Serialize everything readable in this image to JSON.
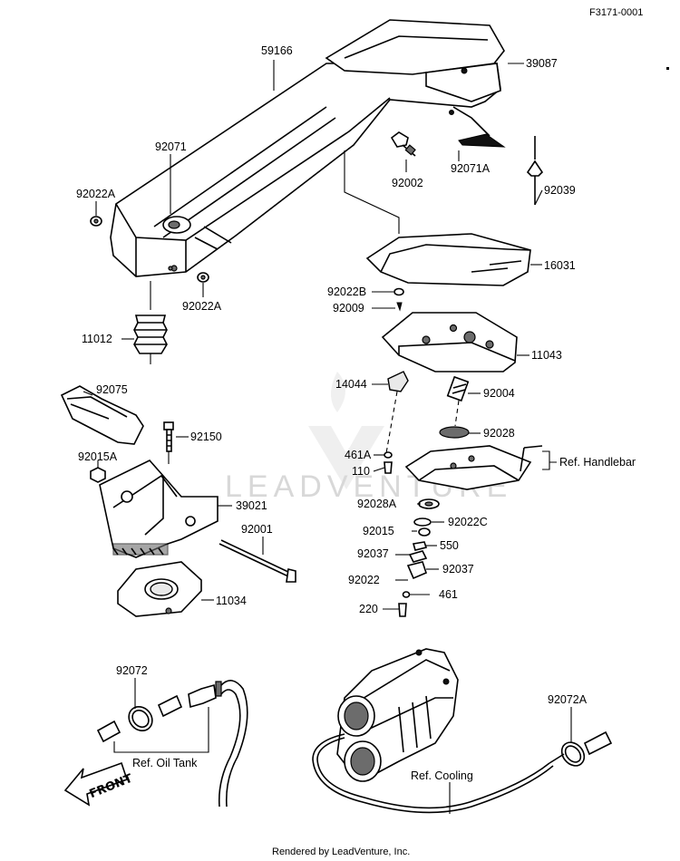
{
  "diagram_id": "F3171-0001",
  "footer": "Rendered by LeadVenture, Inc.",
  "watermark": "LEADVENTURE",
  "front_arrow": "FRONT",
  "labels": {
    "p59166": "59166",
    "p39087": "39087",
    "p92071": "92071",
    "p92002": "92002",
    "p92071A": "92071A",
    "p92039": "92039",
    "p92022A_1": "92022A",
    "p92022A_2": "92022A",
    "p16031": "16031",
    "p92022B": "92022B",
    "p92009": "92009",
    "p11012": "11012",
    "p11043": "11043",
    "p92075": "92075",
    "p14044": "14044",
    "p92004": "92004",
    "p92150": "92150",
    "p92028": "92028",
    "p92015A": "92015A",
    "p461A": "461A",
    "p110": "110",
    "ref_handlebar": "Ref. Handlebar",
    "p39021": "39021",
    "p92028A": "92028A",
    "p92001": "92001",
    "p92015": "92015",
    "p92022C": "92022C",
    "p550": "550",
    "p92037_1": "92037",
    "p92037_2": "92037",
    "p92022": "92022",
    "p11034": "11034",
    "p461": "461",
    "p220": "220",
    "p92072": "92072",
    "p92072A": "92072A",
    "ref_oil_tank": "Ref. Oil Tank",
    "ref_cooling": "Ref. Cooling"
  }
}
